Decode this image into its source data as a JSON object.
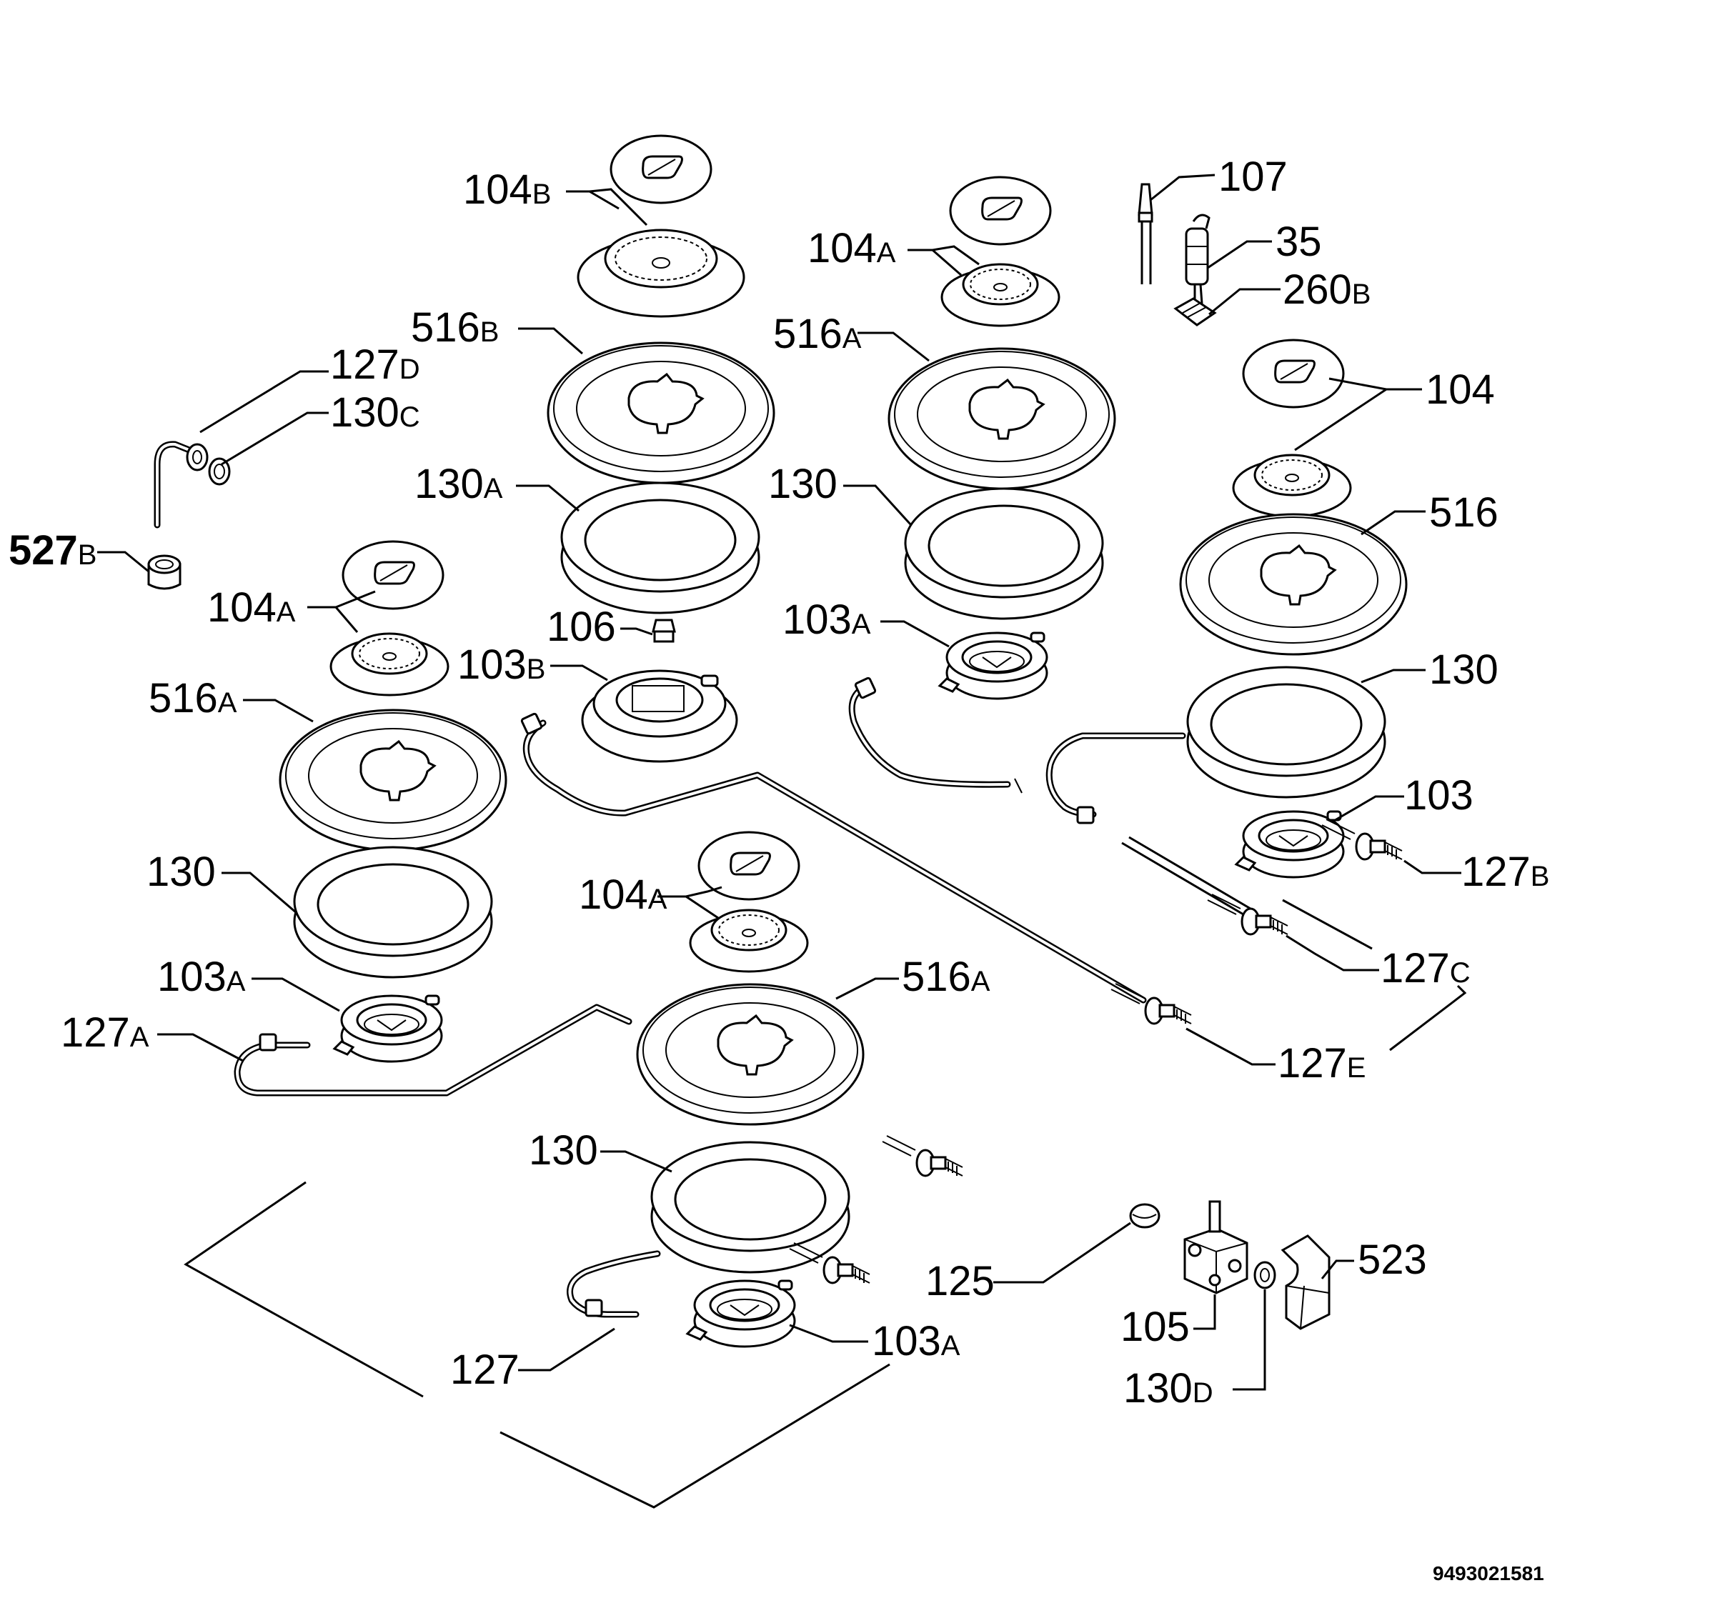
{
  "drawing_code": "9493021581",
  "labels": {
    "l104b": {
      "num": "104",
      "suf": "B"
    },
    "l104a_1": {
      "num": "104",
      "suf": "A"
    },
    "l107": {
      "num": "107",
      "suf": ""
    },
    "l35": {
      "num": "35",
      "suf": ""
    },
    "l260b": {
      "num": "260",
      "suf": "B"
    },
    "l516b": {
      "num": "516",
      "suf": "B"
    },
    "l516a_1": {
      "num": "516",
      "suf": "A"
    },
    "l127d": {
      "num": "127",
      "suf": "D"
    },
    "l130c": {
      "num": "130",
      "suf": "C"
    },
    "l104": {
      "num": "104",
      "suf": ""
    },
    "l130a": {
      "num": "130",
      "suf": "A"
    },
    "l130_1": {
      "num": "130",
      "suf": ""
    },
    "l516": {
      "num": "516",
      "suf": ""
    },
    "l527b": {
      "num": "527",
      "suf": "B"
    },
    "l104a_2": {
      "num": "104",
      "suf": "A"
    },
    "l106": {
      "num": "106",
      "suf": ""
    },
    "l103a_1": {
      "num": "103",
      "suf": "A"
    },
    "l103b": {
      "num": "103",
      "suf": "B"
    },
    "l130_2": {
      "num": "130",
      "suf": ""
    },
    "l516a_2": {
      "num": "516",
      "suf": "A"
    },
    "l103": {
      "num": "103",
      "suf": ""
    },
    "l130_3": {
      "num": "130",
      "suf": ""
    },
    "l104a_3": {
      "num": "104",
      "suf": "A"
    },
    "l127b": {
      "num": "127",
      "suf": "B"
    },
    "l127c": {
      "num": "127",
      "suf": "C"
    },
    "l103a_2": {
      "num": "103",
      "suf": "A"
    },
    "l516a_3": {
      "num": "516",
      "suf": "A"
    },
    "l127a": {
      "num": "127",
      "suf": "A"
    },
    "l127e": {
      "num": "127",
      "suf": "E"
    },
    "l130_4": {
      "num": "130",
      "suf": ""
    },
    "l125": {
      "num": "125",
      "suf": ""
    },
    "l523": {
      "num": "523",
      "suf": ""
    },
    "l105": {
      "num": "105",
      "suf": ""
    },
    "l103a_3": {
      "num": "103",
      "suf": "A"
    },
    "l127": {
      "num": "127",
      "suf": ""
    },
    "l130d": {
      "num": "130",
      "suf": "D"
    }
  }
}
